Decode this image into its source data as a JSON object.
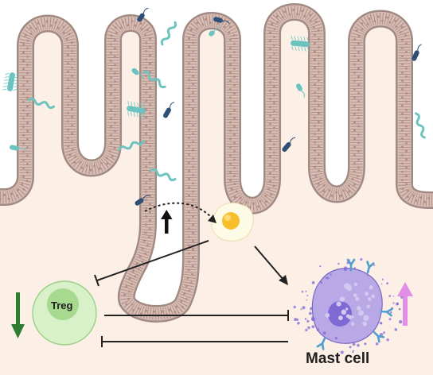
{
  "labels": {
    "treg": "Treg",
    "mast_cell": "Mast cell"
  },
  "indicators": {
    "treg_change": "decrease",
    "mast_cell_change": "increase",
    "upper_mediator_change": "increase"
  },
  "colors": {
    "lamina_propria": "#fcefe6",
    "epithelium": "#d9bdb3",
    "epithelium_outline": "#a18a83",
    "nucleus": "#b58b87",
    "treg_fill": "#d8f1c8",
    "treg_core": "#a7d98f",
    "mast_cell": "#b9a8e6",
    "mast_nucleus": "#7f6ad4",
    "granule": "#d3c8f1",
    "receptor": "#4f9fd0",
    "down_arrow": "#2e7d32",
    "up_arrow": "#e08ee6",
    "connector": "#222222",
    "bacteria_teal": "#6cc3c0",
    "bacteria_navy": "#2f4f77"
  }
}
